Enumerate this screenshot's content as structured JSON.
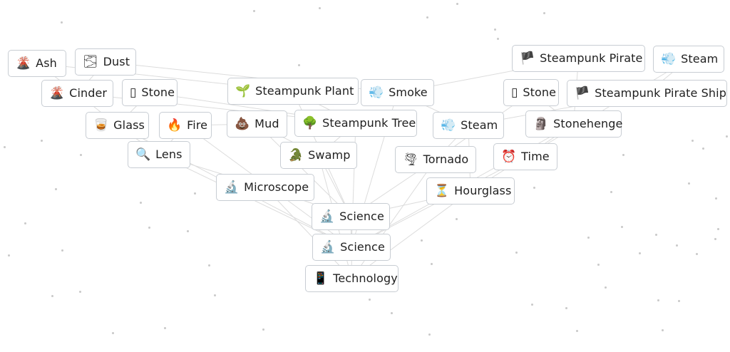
{
  "colors": {
    "background": "#ffffff",
    "chip_border": "#c8cdd3",
    "link_line": "#dcdcdc",
    "dot": "#c9c9c9"
  },
  "elements": [
    {
      "id": "ash",
      "label": "Ash",
      "icon": "🌋",
      "icon_name": "volcano-icon"
    },
    {
      "id": "dust",
      "label": "Dust",
      "icon": "🌫",
      "icon_name": "waves-icon"
    },
    {
      "id": "cinder",
      "label": "Cinder",
      "icon": "🌋",
      "icon_name": "volcano-icon"
    },
    {
      "id": "stone-left",
      "label": "Stone",
      "icon": "▯",
      "icon_name": "stone-icon"
    },
    {
      "id": "steampunk-plant",
      "label": "Steampunk Plant",
      "icon": "🌱",
      "icon_name": "seedling-icon"
    },
    {
      "id": "smoke",
      "label": "Smoke",
      "icon": "💨",
      "icon_name": "smoke-puff-icon"
    },
    {
      "id": "steampunk-pirate",
      "label": "Steampunk Pirate",
      "icon": "🏴",
      "icon_name": "pirate-flag-icon"
    },
    {
      "id": "steam-top",
      "label": "Steam",
      "icon": "💨",
      "icon_name": "steam-puff-icon"
    },
    {
      "id": "stone-right",
      "label": "Stone",
      "icon": "▯",
      "icon_name": "stone-icon"
    },
    {
      "id": "steampunk-pirate-ship",
      "label": "Steampunk Pirate Ship",
      "icon": "🏴",
      "icon_name": "pirate-flag-icon"
    },
    {
      "id": "glass",
      "label": "Glass",
      "icon": "🥃",
      "icon_name": "glass-icon"
    },
    {
      "id": "fire",
      "label": "Fire",
      "icon": "🔥",
      "icon_name": "fire-icon"
    },
    {
      "id": "mud",
      "label": "Mud",
      "icon": "💩",
      "icon_name": "mud-icon"
    },
    {
      "id": "steampunk-tree",
      "label": "Steampunk Tree",
      "icon": "🌳",
      "icon_name": "tree-icon"
    },
    {
      "id": "steam-mid",
      "label": "Steam",
      "icon": "💨",
      "icon_name": "steam-puff-icon"
    },
    {
      "id": "stonehenge",
      "label": "Stonehenge",
      "icon": "🗿",
      "icon_name": "stonehenge-icon"
    },
    {
      "id": "lens",
      "label": "Lens",
      "icon": "🔍",
      "icon_name": "magnifier-icon"
    },
    {
      "id": "swamp",
      "label": "Swamp",
      "icon": "🐊",
      "icon_name": "crocodile-icon"
    },
    {
      "id": "tornado",
      "label": "Tornado",
      "icon": "🌪",
      "icon_name": "tornado-icon"
    },
    {
      "id": "time",
      "label": "Time",
      "icon": "⏰",
      "icon_name": "alarm-clock-icon"
    },
    {
      "id": "microscope",
      "label": "Microscope",
      "icon": "🔬",
      "icon_name": "microscope-icon"
    },
    {
      "id": "hourglass",
      "label": "Hourglass",
      "icon": "⏳",
      "icon_name": "hourglass-icon"
    },
    {
      "id": "science-1",
      "label": "Science",
      "icon": "🔬",
      "icon_name": "microscope-icon"
    },
    {
      "id": "science-2",
      "label": "Science",
      "icon": "🔬",
      "icon_name": "microscope-icon"
    },
    {
      "id": "technology",
      "label": "Technology",
      "icon": "📱",
      "icon_name": "phone-icon"
    }
  ]
}
